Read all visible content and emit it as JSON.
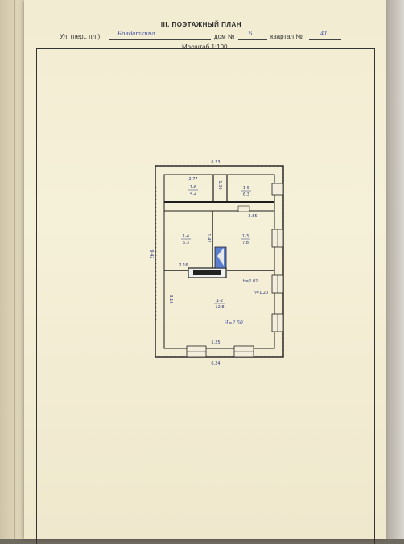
{
  "header": {
    "title": "III. ПОЭТАЖНЫЙ ПЛАН",
    "street_label": "Ул. (пер., пл.)",
    "street_value": "Болдаткина",
    "house_label": "дом №",
    "house_value": "6",
    "block_label": "квартал №",
    "block_value": "41",
    "scale_label": "Масштаб 1:100"
  },
  "plan": {
    "dims": {
      "top_width": "6.23",
      "bottom_width": "6.24",
      "left_height": "9.42",
      "inner_left_height": "3.16",
      "inner_bottom": "5.25",
      "inner_top": "2.77",
      "vestibule": "1.36",
      "kitchen_wall": "2.85",
      "mid_left": "2.16",
      "partition": "1.42"
    },
    "rooms": [
      {
        "top": "1-6",
        "bottom": "4.2"
      },
      {
        "top": "1-5",
        "bottom": "6.3"
      },
      {
        "top": "1-4",
        "bottom": "5.3"
      },
      {
        "top": "1-3",
        "bottom": "7.8"
      },
      {
        "top": "1-2",
        "bottom": "12.8"
      }
    ],
    "notes": {
      "h_door": "h=2.02",
      "h_window": "h=1.20",
      "ceiling_height": "H=2.50"
    }
  },
  "colors": {
    "paper": "#f5f0d8",
    "ink": "#2f3a7a",
    "wall": "#1e1e1e",
    "chimney": "#5b7fd0"
  }
}
